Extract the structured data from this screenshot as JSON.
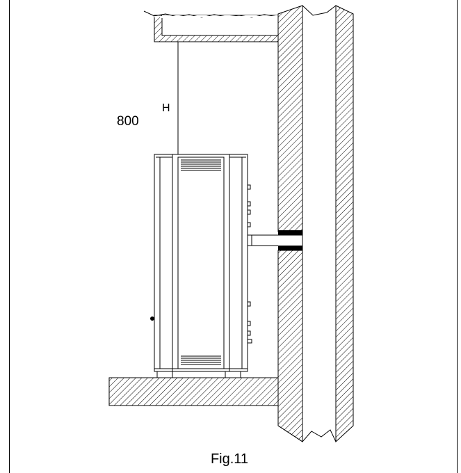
{
  "figure": {
    "height_symbol": "H",
    "height_value": "800",
    "caption": "Fig.11"
  },
  "colors": {
    "line": "#000000",
    "background": "#ffffff",
    "seal": "#000000"
  }
}
